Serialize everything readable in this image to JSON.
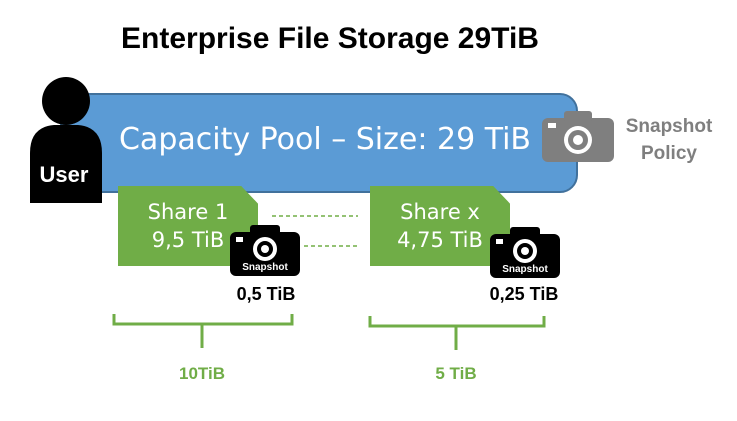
{
  "title": "Enterprise File Storage 29TiB",
  "user": {
    "label": "User",
    "icon": "user-icon"
  },
  "capacity_pool": {
    "label": "Capacity Pool – Size: 29 TiB",
    "color": "#5b9bd5"
  },
  "snapshot_policy": {
    "label_line1": "Snapshot",
    "label_line2": "Policy",
    "icon": "camera-icon",
    "color": "#7f7f7f"
  },
  "shares": [
    {
      "name": "Share 1",
      "size": "9,5 TiB",
      "snapshot_badge": "Snapshot",
      "snapshot_size": "0,5 TiB",
      "total": "10TiB"
    },
    {
      "name": "Share x",
      "size": "4,75 TiB",
      "snapshot_badge": "Snapshot",
      "snapshot_size": "0,25 TiB",
      "total": "5 TiB"
    }
  ],
  "share_color": "#70ad47"
}
